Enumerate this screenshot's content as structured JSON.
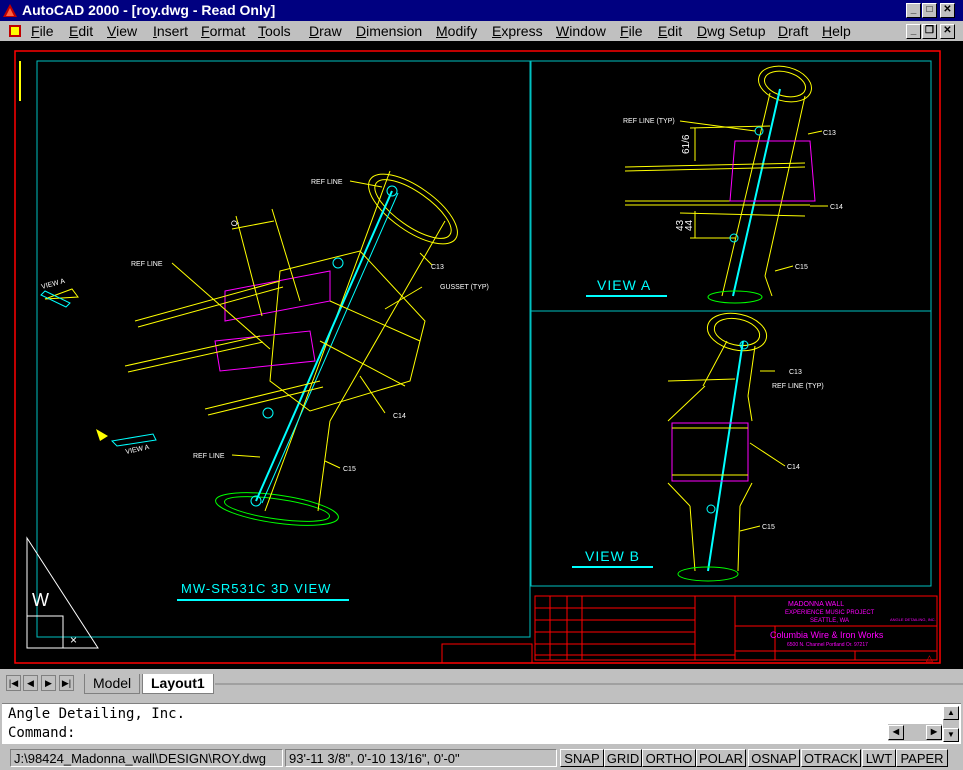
{
  "window": {
    "title": "AutoCAD 2000 - [roy.dwg - Read Only]"
  },
  "menu": [
    "File",
    "Edit",
    "View",
    "Insert",
    "Format",
    "Tools",
    "Draw",
    "Dimension",
    "Modify",
    "Express",
    "Window",
    "File",
    "Edit",
    "Dwg Setup",
    "Draft",
    "Help"
  ],
  "drawing": {
    "view_3d_title": "MW-SR531C 3D VIEW",
    "view_a_title": "VIEW A",
    "view_b_title": "VIEW B",
    "labels": {
      "ref_line": "REF LINE",
      "ref_line_typ": "REF LINE (TYP)",
      "gusset_typ": "GUSSET (TYP)",
      "c13": "C13",
      "c14": "C14",
      "c15": "C15",
      "view_a": "VIEW A",
      "view_b": "VIEW B",
      "dim_616": "61/6",
      "dim_43": "43",
      "dim_44": "44",
      "dim_q": "Q"
    },
    "title_block": {
      "project_line1": "MADONNA WALL",
      "project_line2": "EXPERIENCE MUSIC PROJECT",
      "project_line3": "SEATTLE, WA",
      "company": "Columbia Wire & Iron Works",
      "address": "6500 N. Channel   Portland Or. 97217",
      "detailer": "ANGLE DETAILING, INC."
    }
  },
  "tabs": {
    "model": "Model",
    "layout": "Layout1"
  },
  "command": {
    "history": "Angle Detailing, Inc.",
    "prompt": "Command:"
  },
  "status": {
    "path": "J:\\98424_Madonna_wall\\DESIGN\\ROY.dwg",
    "coords": "93'-11 3/8\",  0'-10 13/16\", 0'-0\"",
    "modes": [
      "SNAP",
      "GRID",
      "ORTHO",
      "POLAR",
      "OSNAP",
      "OTRACK",
      "LWT",
      "PAPER"
    ]
  }
}
